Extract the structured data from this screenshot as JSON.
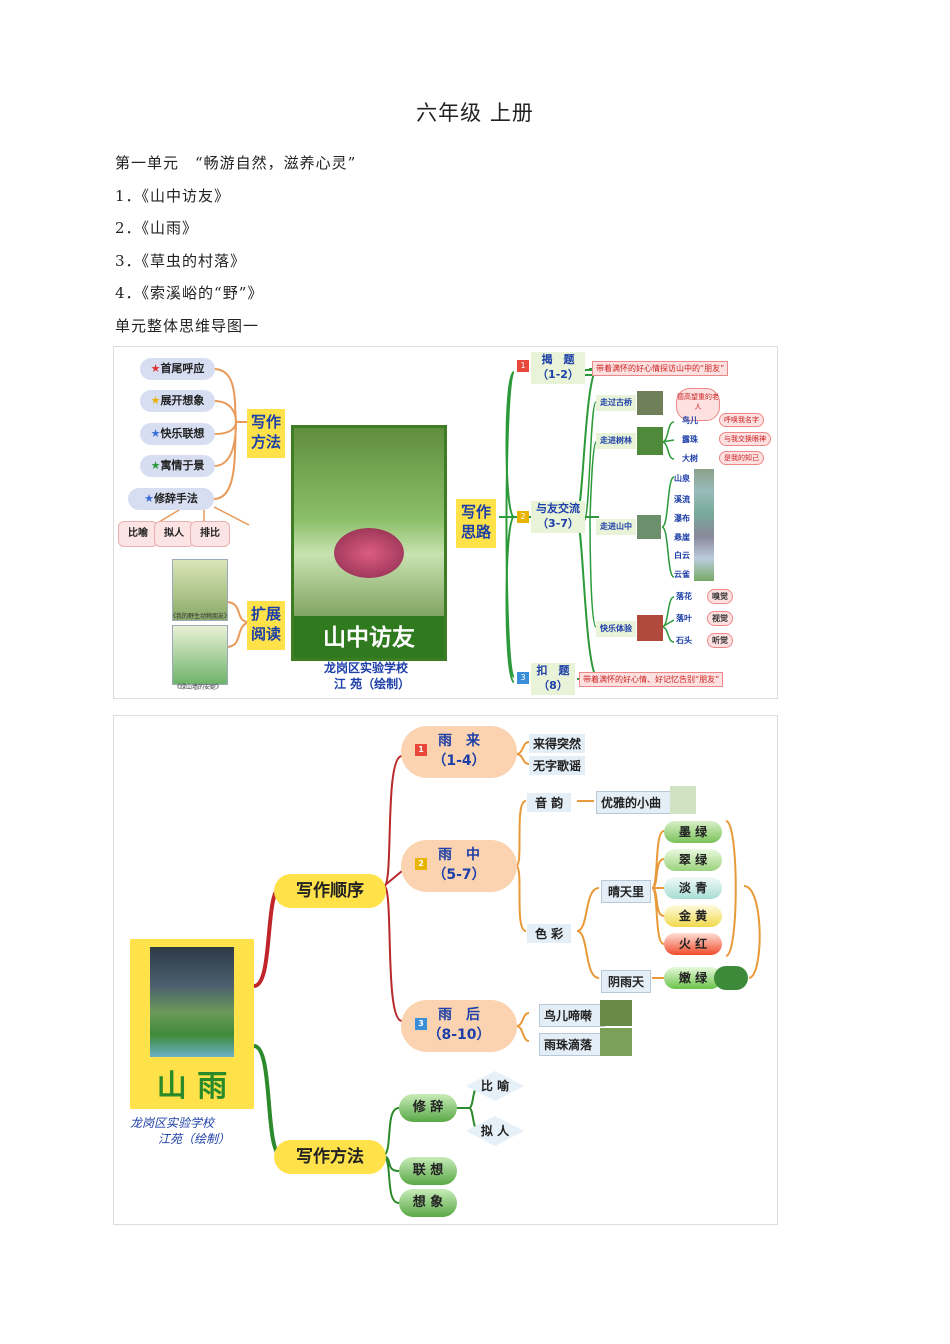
{
  "heading": "六年级 上册",
  "unit_title": "第一单元　“畅游自然，滋养心灵”",
  "lessons": [
    "1．《山中访友》",
    "2．《山雨》",
    "3．《草虫的村落》",
    "4．《索溪峪的“野”》"
  ],
  "map_caption": "单元整体思维导图一",
  "map1": {
    "center_title": "山中访友",
    "credit_school": "龙岗区实验学校",
    "credit_author": "江 苑（绘制）",
    "method_label": "写作方法",
    "methods": [
      "首尾呼应",
      "展开想象",
      "快乐联想",
      "寓情于景",
      "修辞手法"
    ],
    "rhetoric": [
      "比喻",
      "拟人",
      "排比"
    ],
    "reading_label": "扩展阅读",
    "book1_caption": "《我的野生动物朋友》",
    "book2_caption": "《绿山墙的安妮》",
    "idea_label": "写作思路",
    "part1_title": "揭　题",
    "part1_range": "（1-2）",
    "part1_desc": "带着满怀的好心情探访山中的“朋友”",
    "part2_title": "与友交流",
    "part2_range": "（3-7）",
    "bridge": "走过古桥",
    "bridge_note": "德高望重的老人",
    "forest": "走进树林",
    "forest_items": [
      {
        "name": "鸟儿",
        "note": "呼唤我名字"
      },
      {
        "name": "露珠",
        "note": "与我交换眼神"
      },
      {
        "name": "大树",
        "note": "是我的知己"
      }
    ],
    "mountain": "走进山中",
    "mountain_items": [
      "山泉",
      "溪流",
      "瀑布",
      "悬崖",
      "白云",
      "云雀"
    ],
    "joy": "快乐体验",
    "joy_items": [
      {
        "name": "落花",
        "note": "嗅觉"
      },
      {
        "name": "落叶",
        "note": "视觉"
      },
      {
        "name": "石头",
        "note": "听觉"
      }
    ],
    "part3_title": "扣　题",
    "part3_range": "（8）",
    "part3_desc": "带着满怀的好心情、好记忆告别“朋友”"
  },
  "map2": {
    "center_title": "山 雨",
    "credit_school": "龙岗区实验学校",
    "credit_author": "江苑（绘制）",
    "order_label": "写作顺序",
    "s1_title": "雨　来",
    "s1_range": "（1-4）",
    "s1_items": [
      "来得突然",
      "无字歌谣"
    ],
    "s2_title": "雨　中",
    "s2_range": "（5-7）",
    "sound": "音 韵",
    "sound_item": "优雅的小曲",
    "color": "色 彩",
    "sunny": "晴天里",
    "rainy": "阴雨天",
    "colors": [
      "墨 绿",
      "翠 绿",
      "淡 青",
      "金 黄",
      "火 红",
      "嫩 绿"
    ],
    "s3_title": "雨　后",
    "s3_range": "（8-10）",
    "s3_items": [
      "鸟儿啼啭",
      "雨珠滴落"
    ],
    "method_label": "写作方法",
    "rhet": "修 辞",
    "rhet_items": [
      "比 喻",
      "拟 人"
    ],
    "assoc": "联 想",
    "imagine": "想 象"
  }
}
